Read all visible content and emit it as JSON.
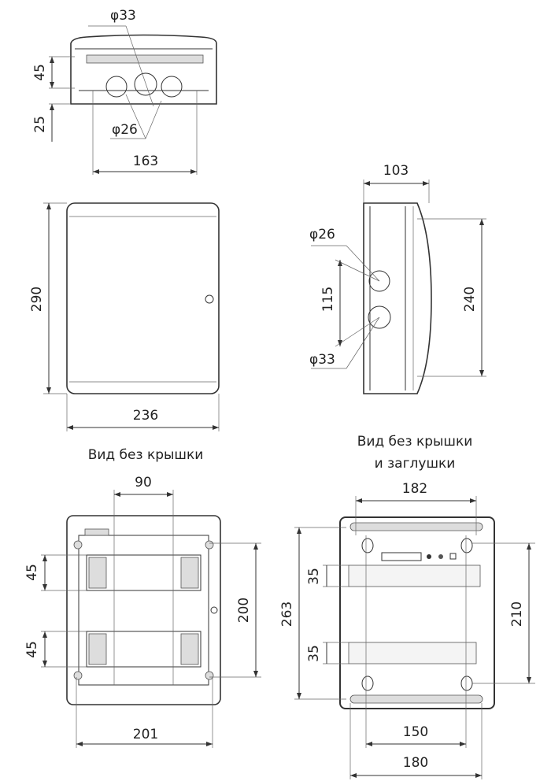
{
  "top_view": {
    "hole_large": "φ33",
    "hole_small": "φ26",
    "depth_upper": "45",
    "depth_lower": "25",
    "width": "163"
  },
  "front_view": {
    "height": "290",
    "width": "236"
  },
  "side_view": {
    "depth": "103",
    "hole_small": "φ26",
    "hole_large": "φ33",
    "hole_spacing": "115",
    "height": "240"
  },
  "view_no_cover": {
    "caption": "Вид без крышки",
    "rail_width": "90",
    "module_height_top": "45",
    "module_height_bottom": "45",
    "mount_height": "200",
    "mount_width": "201"
  },
  "view_no_cover_no_plug": {
    "caption_line1": "Вид без крышки",
    "caption_line2": "и заглушки",
    "top_width": "182",
    "overall_height": "263",
    "rail_top": "35",
    "rail_bottom": "35",
    "mount_height": "210",
    "mount_width": "150",
    "bottom_width": "180"
  }
}
